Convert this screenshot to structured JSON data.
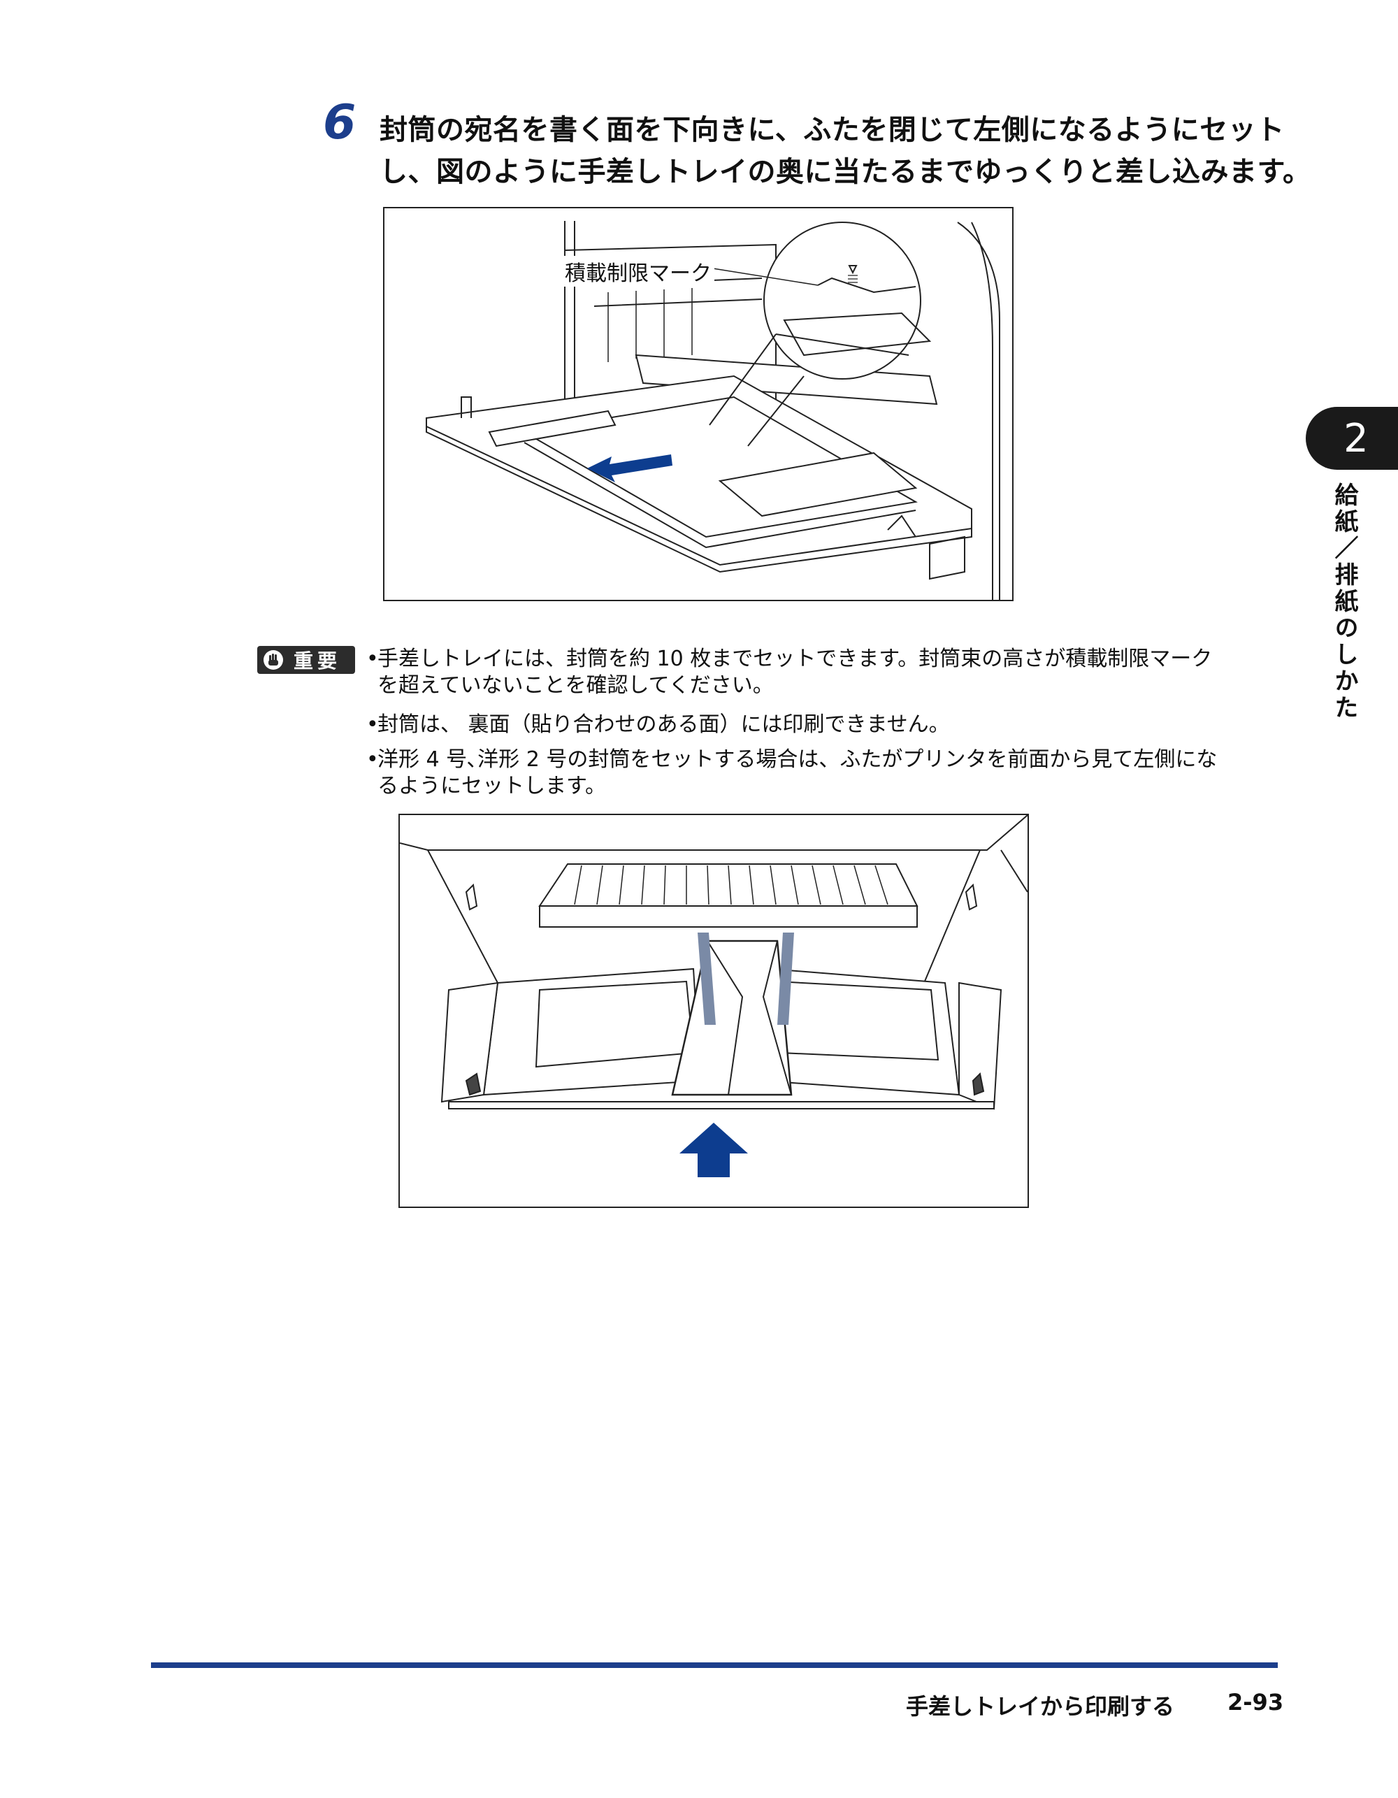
{
  "step": {
    "number": "6",
    "lines": [
      "封筒の宛名を書く面を下向きに、ふたを閉じて左側になるようにセット",
      "し、図のように手差しトレイの奥に当たるまでゆっくりと差し込みます。"
    ]
  },
  "figure1": {
    "callout": "積載制限マーク"
  },
  "important": {
    "label": "重要",
    "items": [
      {
        "lines": [
          "手差しトレイには、封筒を約 10 枚までセットできます。封筒束の高さが積載制限マーク",
          "を超えていないことを確認してください。"
        ]
      },
      {
        "lines": [
          "封筒は、 裏面（貼り合わせのある面）には印刷できません。"
        ]
      },
      {
        "lines": [
          "洋形 4 号､洋形 2 号の封筒をセットする場合は、ふたがプリンタを前面から見て左側にな",
          "るようにセットします。"
        ]
      }
    ]
  },
  "chapter": {
    "number": "2",
    "title": "給紙／排紙のしかた"
  },
  "footer": {
    "title": "手差しトレイから印刷する",
    "page": "2-93"
  },
  "colors": {
    "accent": "#1c3e8c",
    "arrow": "#0d3d8f"
  }
}
